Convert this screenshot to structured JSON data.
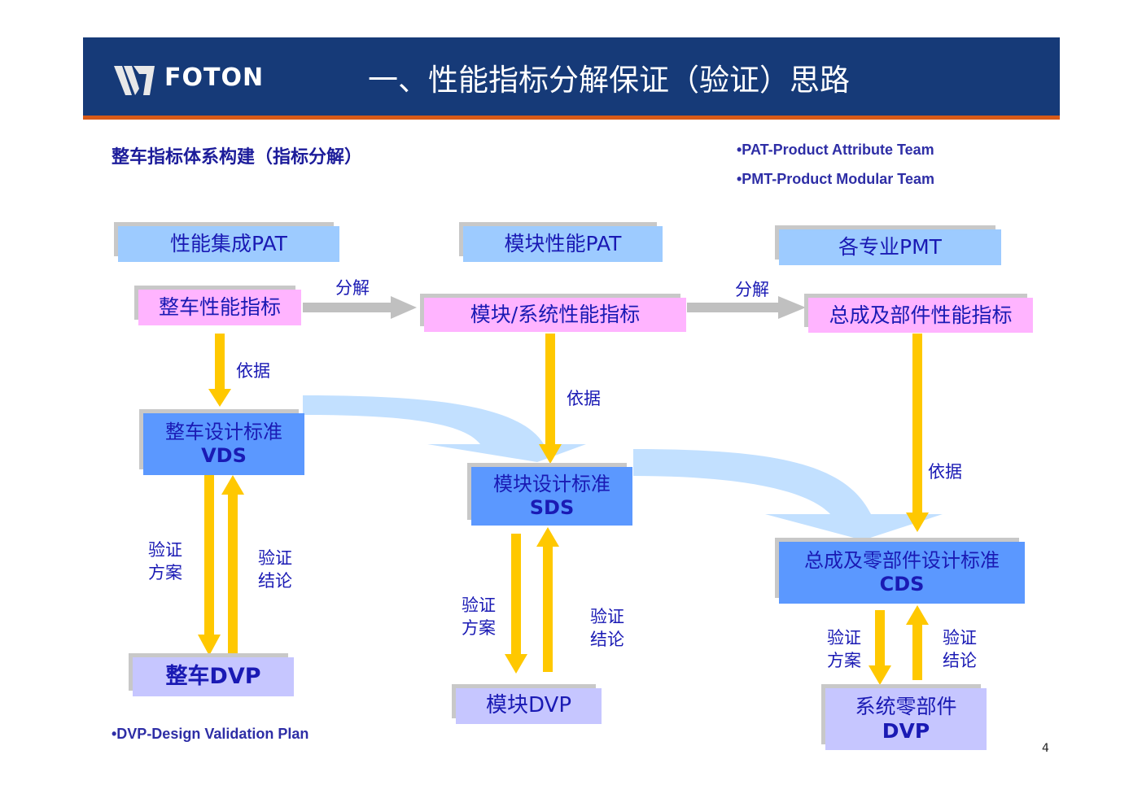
{
  "header": {
    "brand": "FOTON",
    "title": "一、性能指标分解保证（验证）思路"
  },
  "subtitle": "整车指标体系构建（指标分解）",
  "notes": {
    "pat": "•PAT-Product Attribute Team",
    "pmt": "•PMT-Product Modular Team",
    "dvp": "•DVP-Design Validation Plan"
  },
  "columns": {
    "c1": {
      "team": "性能集成PAT",
      "target": "整车性能指标",
      "standard_line1": "整车设计标准",
      "standard_line2": "VDS",
      "dvp": "整车DVP"
    },
    "c2": {
      "team": "模块性能PAT",
      "target": "模块/系统性能指标",
      "standard_line1": "模块设计标准",
      "standard_line2": "SDS",
      "dvp": "模块DVP"
    },
    "c3": {
      "team": "各专业PMT",
      "target": "总成及部件性能指标",
      "standard_line1": "总成及零部件设计标准",
      "standard_line2": "CDS",
      "dvp_line1": "系统零部件",
      "dvp_line2": "DVP"
    }
  },
  "labels": {
    "decompose1": "分解",
    "decompose2": "分解",
    "basis1": "依据",
    "basis2": "依据",
    "basis3": "依据",
    "plan_a1": "验证",
    "plan_b1": "方案",
    "concl_a1": "验证",
    "concl_b1": "结论",
    "plan_a2": "验证",
    "plan_b2": "方案",
    "concl_a2": "验证",
    "concl_b2": "结论",
    "plan_a3": "验证",
    "plan_b3": "方案",
    "concl_a3": "验证",
    "concl_b3": "结论"
  },
  "page_number": "4",
  "colors": {
    "header_bg": "#163a78",
    "header_accent": "#d85a18",
    "team_box": "#9dcbff",
    "target_box": "#ffb4ff",
    "standard_box": "#5b98ff",
    "dvp_box": "#c6c6ff",
    "yellow_arrow": "#ffc800",
    "gray_arrow": "#c0c0c0",
    "flow_arrow": "#c2e0ff",
    "text": "#1a1ab4"
  }
}
